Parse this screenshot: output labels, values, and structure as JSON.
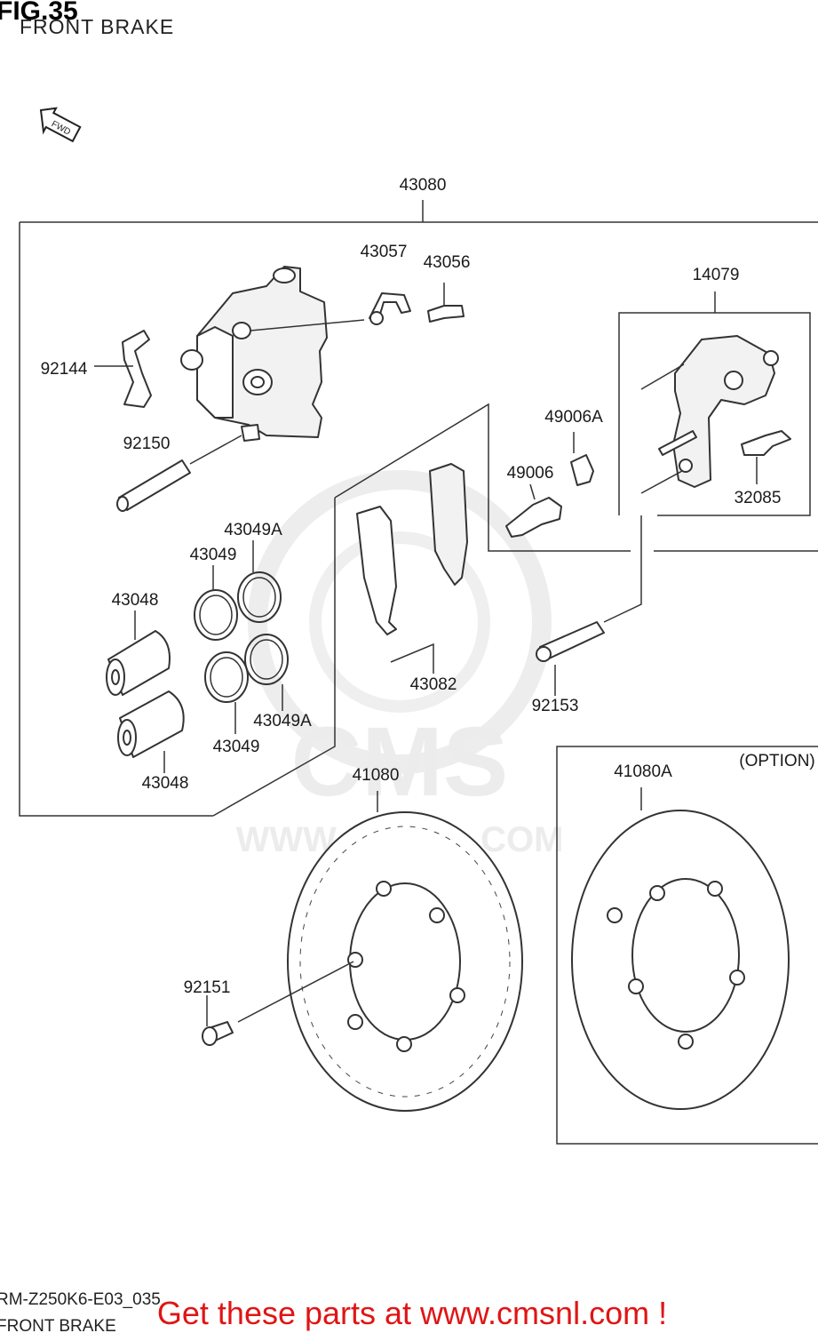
{
  "header": {
    "fig_label": "FIG.35",
    "subtitle": "FRONT BRAKE"
  },
  "fwd_label": "FWD",
  "option_label": "(OPTION)",
  "parts": {
    "p43080": "43080",
    "p43057": "43057",
    "p43056": "43056",
    "p14079": "14079",
    "p92144": "92144",
    "p92150": "92150",
    "p49006A": "49006A",
    "p49006": "49006",
    "p32085": "32085",
    "p43049A_top": "43049A",
    "p43049_top": "43049",
    "p43048_top": "43048",
    "p43082": "43082",
    "p92153": "92153",
    "p43049A_bot": "43049A",
    "p43049_bot": "43049",
    "p43048_bot": "43048",
    "p41080": "41080",
    "p41080A": "41080A",
    "p92151": "92151"
  },
  "watermark": {
    "brand": "CMS",
    "url": "WWW.CMSNL.COM"
  },
  "footer": {
    "ref_code": "RM-Z250K6-E03_035",
    "ref_title": "FRONT BRAKE",
    "promo": "Get these parts at www.cmsnl.com !"
  }
}
